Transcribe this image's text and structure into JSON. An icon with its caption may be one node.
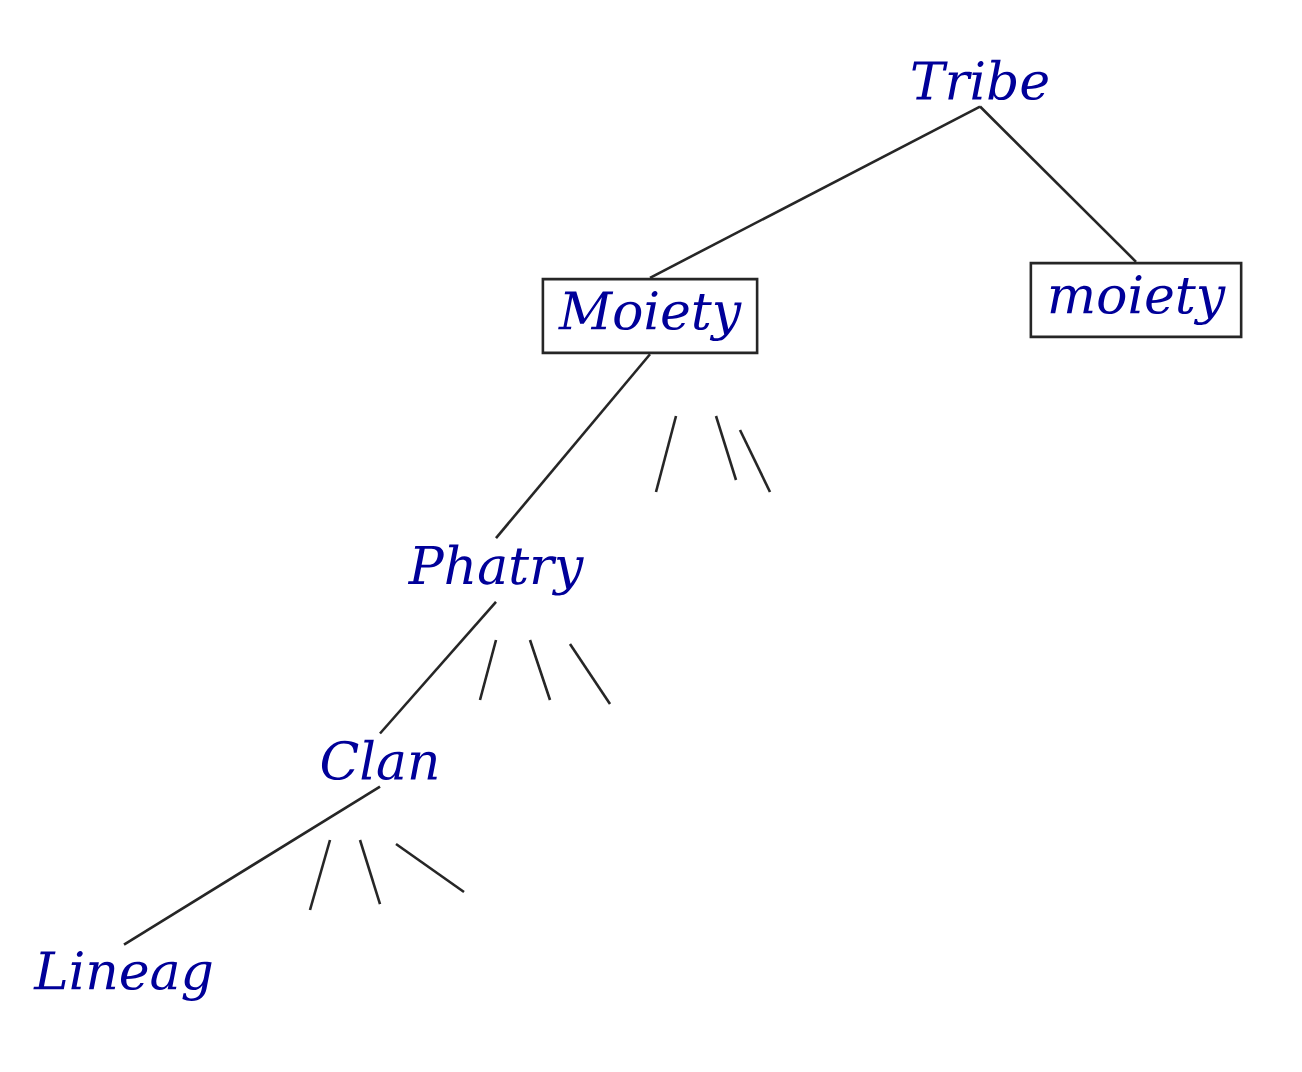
{
  "diagram": {
    "nodes": [
      {
        "text": [
          "Tribe"
        ]
      },
      {
        "text": [
          "Moiety"
        ]
      },
      {
        "text": [
          "moiety"
        ]
      },
      {
        "text": [
          "Phatry"
        ]
      },
      {
        "text": [
          "Clan"
        ]
      },
      {
        "text": [
          "Lineag"
        ]
      }
    ],
    "edges": [
      {
        "from": 0,
        "to": 1,
        "arrow": "none"
      },
      {
        "from": 0,
        "to": 2,
        "arrow": "none"
      },
      {
        "from": 1,
        "to": 3,
        "arrow": "none"
      },
      {
        "from": 3,
        "to": 4,
        "arrow": "none"
      },
      {
        "from": 4,
        "to": 5,
        "arrow": "none"
      }
    ]
  }
}
